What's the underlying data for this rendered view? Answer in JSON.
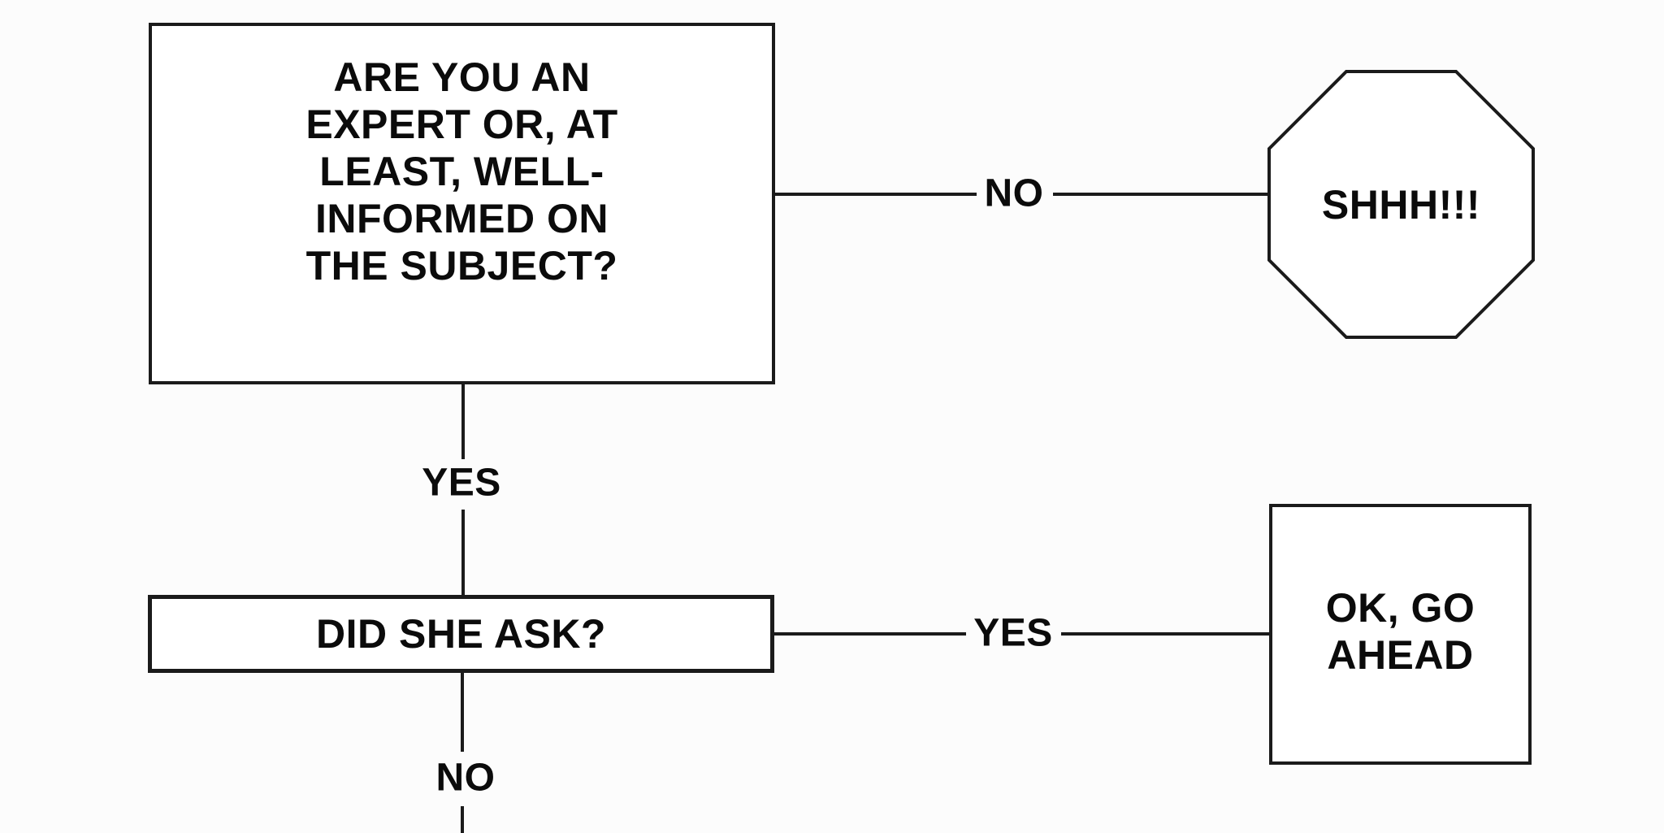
{
  "diagram_type": "flowchart",
  "colors": {
    "stroke": "#1b1b1b",
    "text": "#0b0b0b",
    "background": "#fcfcfc",
    "shape_fill": "#ffffff"
  },
  "nodes": {
    "expert_question": {
      "shape": "rectangle",
      "text": "ARE YOU AN\nEXPERT OR, AT\nLEAST, WELL-\nINFORMED ON\nTHE SUBJECT?"
    },
    "stop": {
      "shape": "octagon",
      "text": "SHHH!!!"
    },
    "did_she_ask": {
      "shape": "rectangle",
      "text": "DID SHE ASK?"
    },
    "go_ahead": {
      "shape": "square",
      "text": "OK, GO\nAHEAD"
    }
  },
  "edges": {
    "no_top": {
      "label": "NO",
      "from": "expert_question",
      "to": "stop"
    },
    "yes_mid": {
      "label": "YES",
      "from": "expert_question",
      "to": "did_she_ask"
    },
    "yes_right": {
      "label": "YES",
      "from": "did_she_ask",
      "to": "go_ahead"
    },
    "no_bottom": {
      "label": "NO",
      "from": "did_she_ask",
      "to": "offscreen-bottom"
    }
  }
}
